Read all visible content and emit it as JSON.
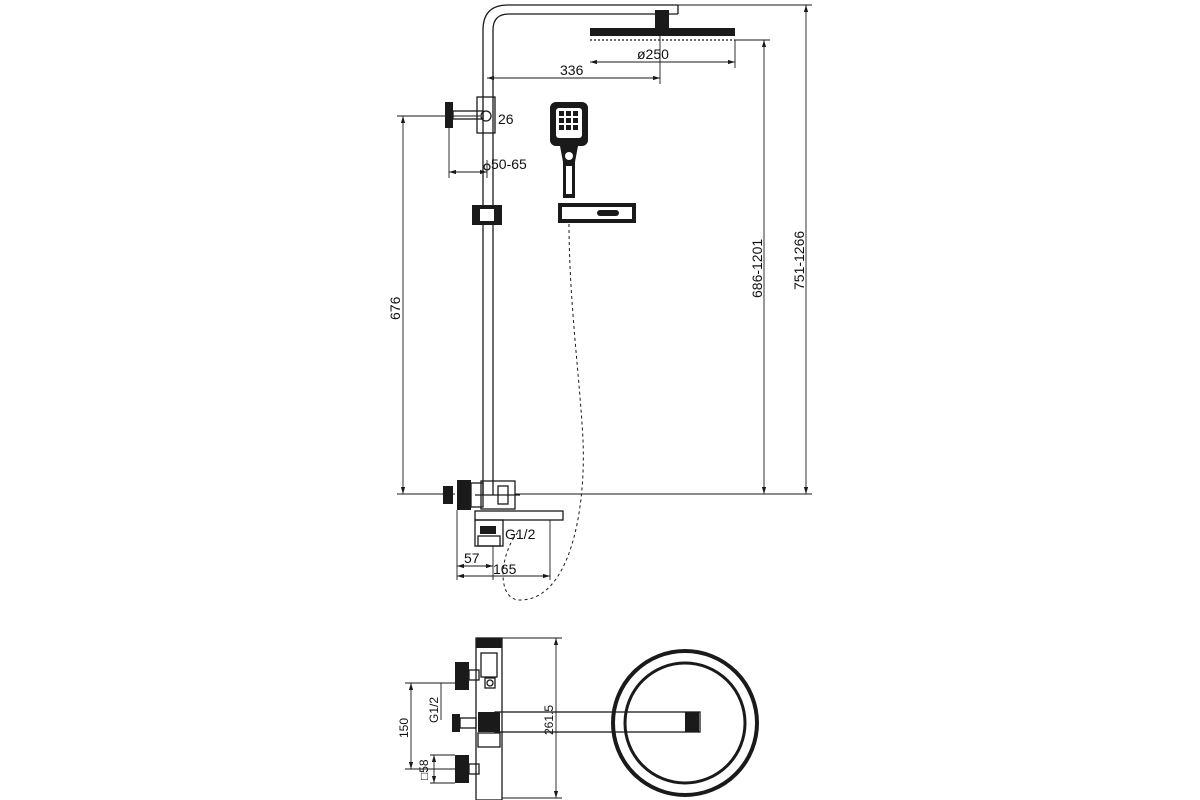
{
  "front_view": {
    "dims": {
      "head_offset": "336",
      "head_diameter": "ø250",
      "wall_bracket": "26",
      "wall_gap": "50-65",
      "rail_height": "676",
      "head_height": "686-1201",
      "total_height": "751-1266",
      "inlet_thread": "G1/2",
      "mixer_depth": "57",
      "spout_length": "165"
    }
  },
  "top_view": {
    "dims": {
      "inlet_thread": "G1/2",
      "inlet_spacing": "150",
      "square_size": "□58",
      "body_height": "261.5"
    }
  }
}
